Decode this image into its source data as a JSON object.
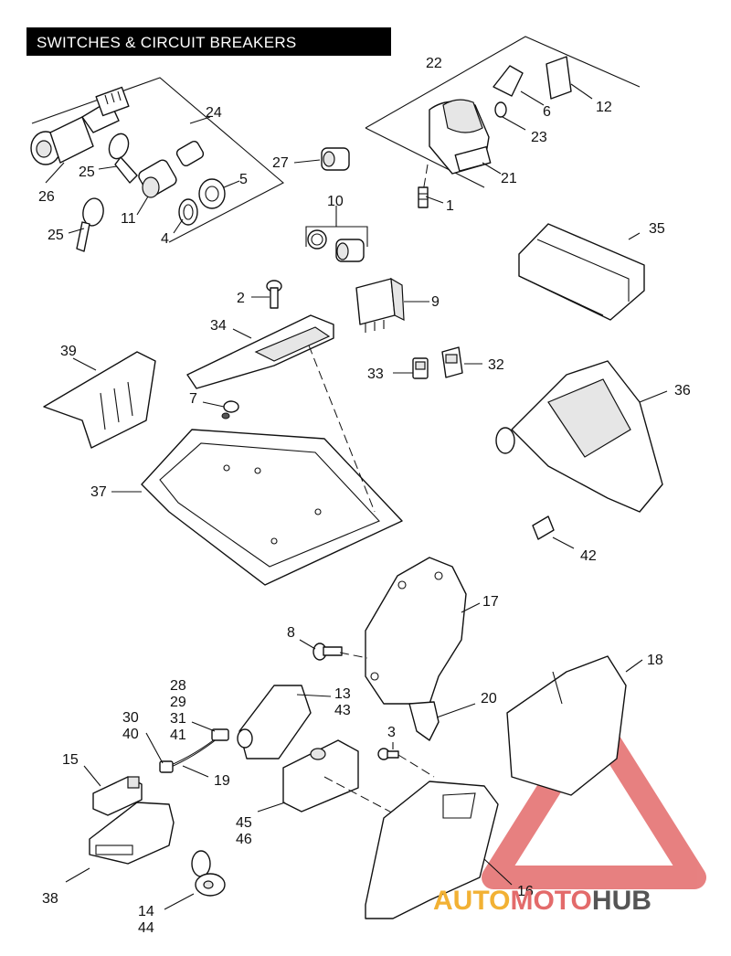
{
  "title": "SWITCHES & CIRCUIT BREAKERS",
  "watermark": {
    "part1": "AUTO",
    "part2": "MOTO",
    "part3": "HUB",
    "color_yellow": "#f2b134",
    "color_red": "#e36b6b",
    "color_gray": "#555555"
  },
  "callouts": {
    "c22": "22",
    "c12": "12",
    "c6": "6",
    "c23": "23",
    "c21": "21",
    "c1": "1",
    "c24": "24",
    "c26": "26",
    "c25a": "25",
    "c25b": "25",
    "c11": "11",
    "c4": "4",
    "c5": "5",
    "c27": "27",
    "c10": "10",
    "c35": "35",
    "c2": "2",
    "c9": "9",
    "c34": "34",
    "c39": "39",
    "c33": "33",
    "c32": "32",
    "c36": "36",
    "c7": "7",
    "c37": "37",
    "c42": "42",
    "c17": "17",
    "c8": "8",
    "c28": "28",
    "c29": "29",
    "c31": "31",
    "c41": "41",
    "c13": "13",
    "c43": "43",
    "c30": "30",
    "c40": "40",
    "c18": "18",
    "c20": "20",
    "c3": "3",
    "c15": "15",
    "c19": "19",
    "c45": "45",
    "c46": "46",
    "c38": "38",
    "c16": "16",
    "c14": "14",
    "c44": "44"
  }
}
